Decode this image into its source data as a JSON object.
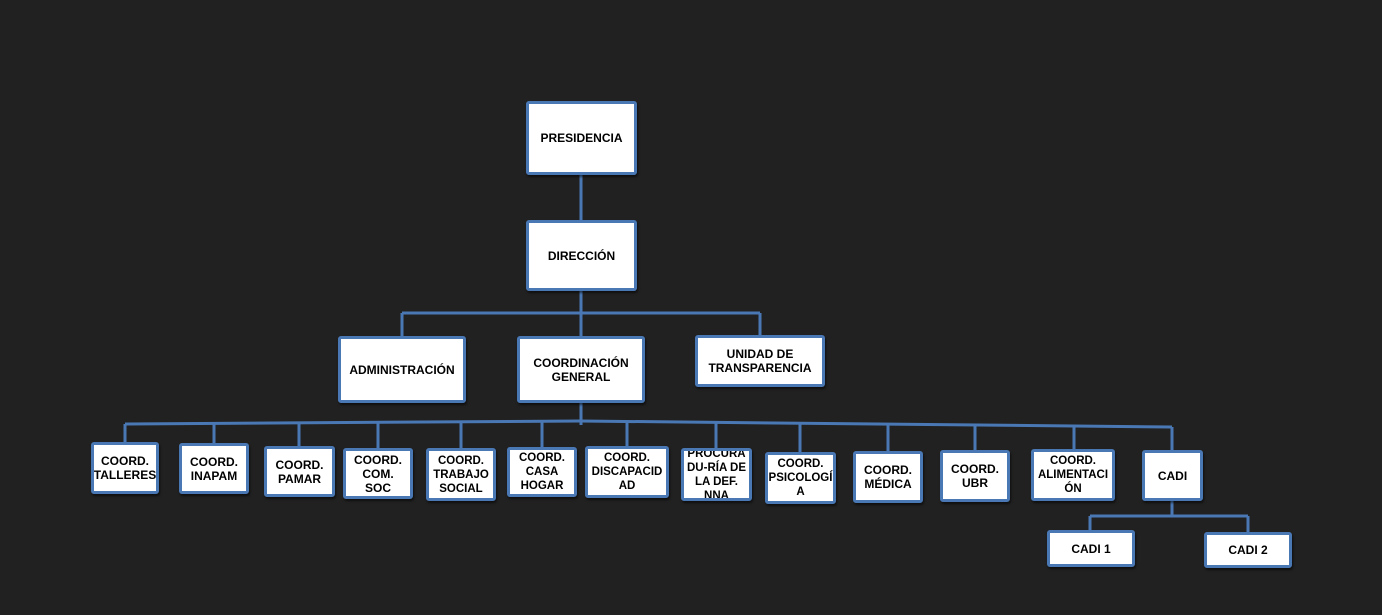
{
  "colors": {
    "background": "#212121",
    "box_fill": "#ffffff",
    "box_border": "#4a78b5",
    "connector": "#4a78b5",
    "text": "#000000"
  },
  "org_chart": {
    "presidencia": "PRESIDENCIA",
    "direccion": "DIRECCIÓN",
    "administracion": "ADMINISTRACIÓN",
    "coordinacion_general": "COORDINACIÓN\nGENERAL",
    "unidad_transparencia": "UNIDAD DE\nTRANSPARENCIA",
    "coordinations": [
      "COORD.\nTALLERES",
      "COORD.\nINAPAM",
      "COORD.\nPAMAR",
      "COORD.\nCOM. SOC",
      "COORD.\nTRABAJO\nSOCIAL",
      "COORD.\nCASA\nHOGAR",
      "COORD.\nDISCAPACID\nAD",
      "PROCURA\nDU-RÍA DE\nLA DEF.\nNNA",
      "COORD.\nPSICOLOGÍ\nA",
      "COORD.\nMÉDICA",
      "COORD.\nUBR",
      "COORD.\nALIMENTACI\nÓN",
      "CADI"
    ],
    "cadi_children": [
      "CADI 1",
      "CADI 2"
    ]
  }
}
